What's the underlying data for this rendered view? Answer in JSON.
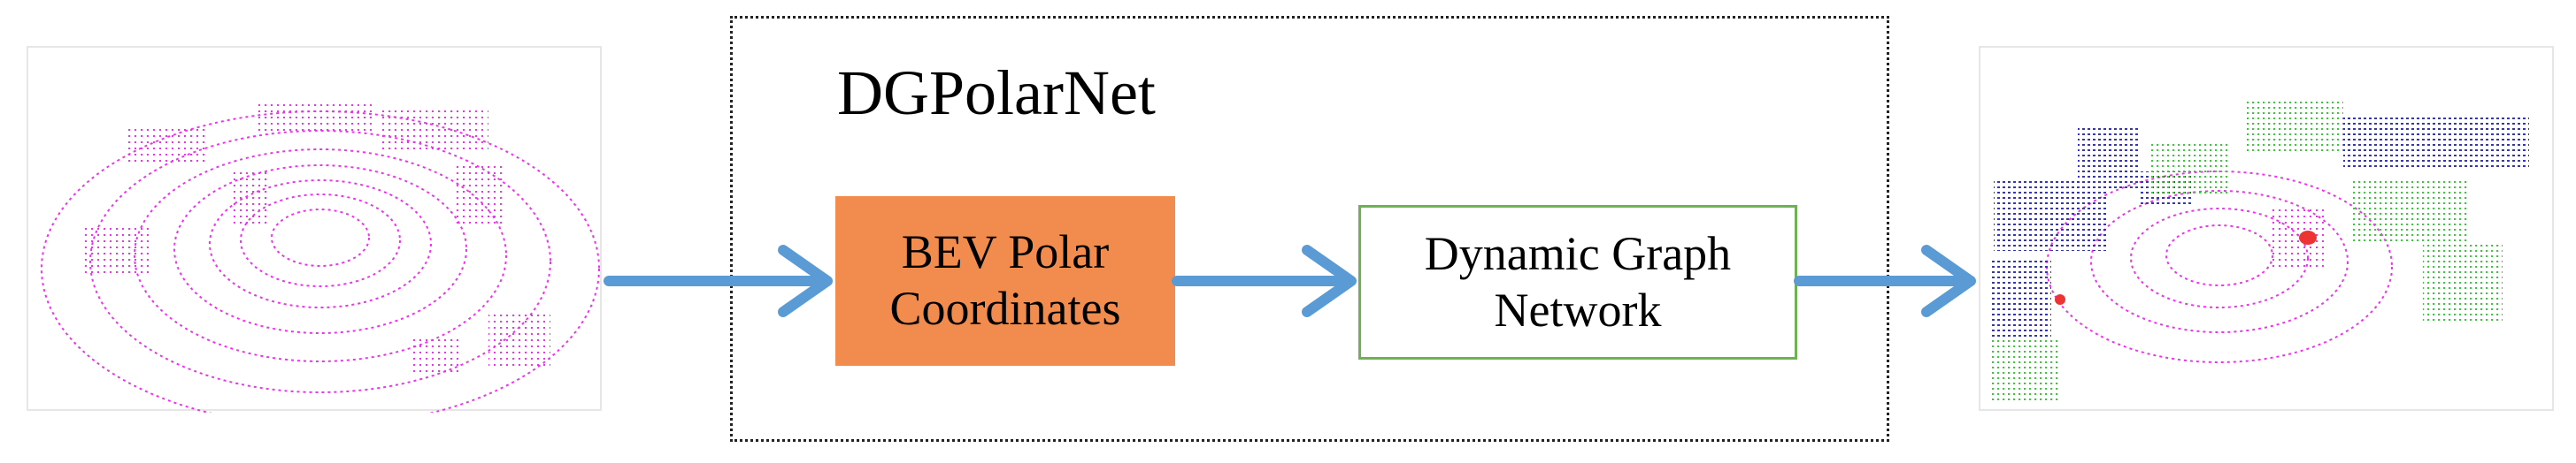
{
  "diagram": {
    "model_title": "DGPolarNet",
    "blocks": {
      "bev": {
        "line1": "BEV Polar",
        "line2": "Coordinates",
        "fill": "#f28c4e"
      },
      "dgn": {
        "line1": "Dynamic Graph",
        "line2": "Network",
        "border": "#6db154"
      }
    },
    "arrow_color": "#5b9bd5",
    "point_colors": {
      "ground": "#ee33ee",
      "building": "#3333cc",
      "vegetation": "#33cc33",
      "car": "#ee3333"
    }
  }
}
